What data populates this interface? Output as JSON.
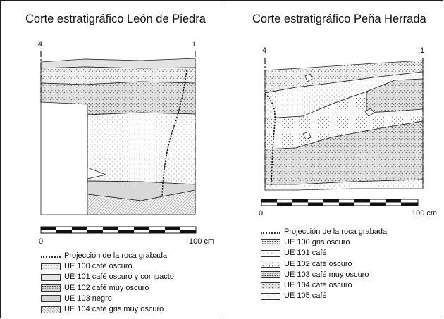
{
  "left": {
    "title": "Corte estratigráfico León de Piedra",
    "marker_left": "4",
    "marker_right": "1",
    "scale_start": "0",
    "scale_end": "100 cm",
    "legend": [
      {
        "pattern": "dots-line",
        "label": "Projección de la roca grabada"
      },
      {
        "pattern": "dense-dots",
        "label": "UE 100 café oscuro"
      },
      {
        "pattern": "light-grey",
        "label": "UE 101 café oscuro y compacto"
      },
      {
        "pattern": "dense-dots-grey",
        "label": "UE 102 café muy oscuro"
      },
      {
        "pattern": "plain-grey",
        "label": "UE 103 negro"
      },
      {
        "pattern": "hatch",
        "label": "UE 104 café gris muy oscuro"
      }
    ]
  },
  "right": {
    "title": "Corte estratigráfico Peña Herrada",
    "marker_left": "4",
    "marker_right": "1",
    "scale_start": "0",
    "scale_end": "100 cm",
    "legend": [
      {
        "pattern": "dots-line",
        "label": "Projección de la roca grabada"
      },
      {
        "pattern": "dense-dots",
        "label": "UE 100 gris oscuro"
      },
      {
        "pattern": "sparse-dots",
        "label": "UE 101 café"
      },
      {
        "pattern": "medium-dots",
        "label": "UE 102 café oscuro"
      },
      {
        "pattern": "dense-dots-grey",
        "label": "UE 103 café muy oscuro"
      },
      {
        "pattern": "grey-dots",
        "label": "UE 104 café oscuro"
      },
      {
        "pattern": "sparse-dots",
        "label": "UE 105 café"
      }
    ]
  },
  "colors": {
    "line": "#222222",
    "fill_light": "#f2f2f2",
    "fill_mid": "#e4e4e4",
    "fill_dark": "#d2d2d2"
  }
}
